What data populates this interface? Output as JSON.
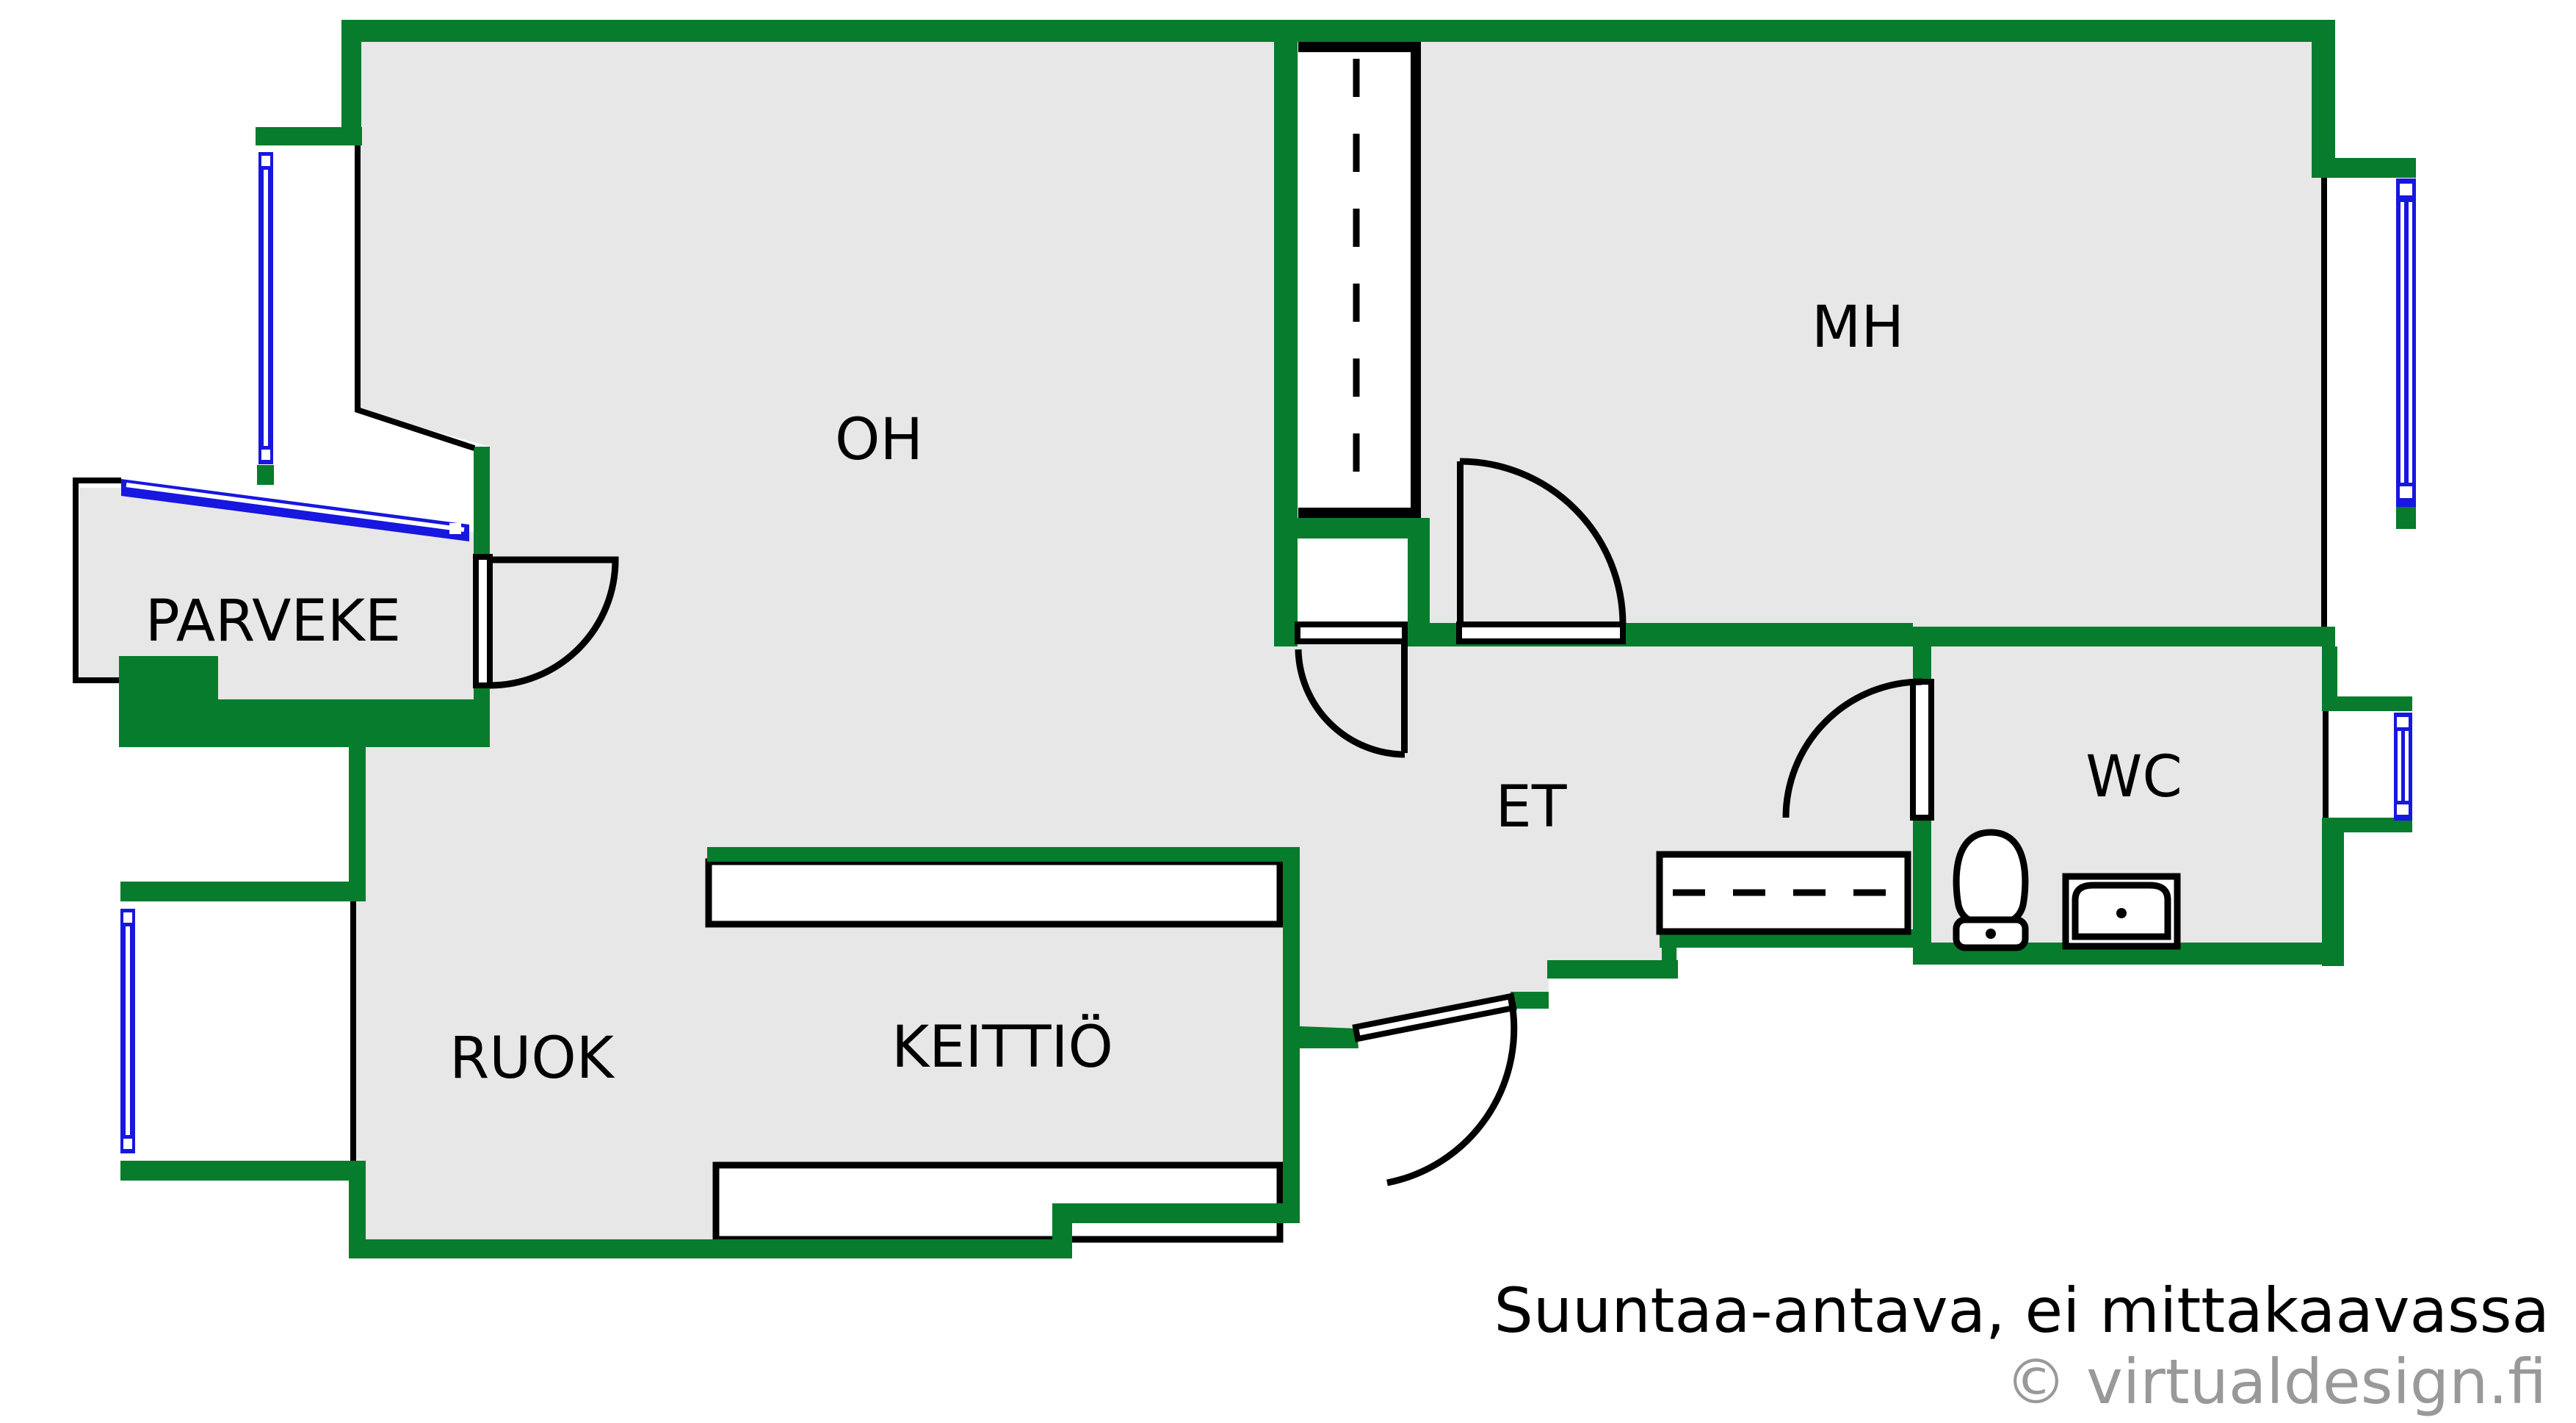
{
  "rooms": {
    "oh": "OH",
    "mh": "MH",
    "et": "ET",
    "wc": "WC",
    "parveke": "PARVEKE",
    "ruok": "RUOK",
    "keittio": "KEITTIÖ"
  },
  "footer": {
    "note": "Suuntaa-antava, ei mittakaavassa",
    "copyright": "© virtualdesign.fi"
  },
  "colors": {
    "wall_green": "#077C2C",
    "window_blue": "#1717DF",
    "floor_gray": "#E7E7E7",
    "line_black": "#000000",
    "copyright_gray": "#999999"
  }
}
